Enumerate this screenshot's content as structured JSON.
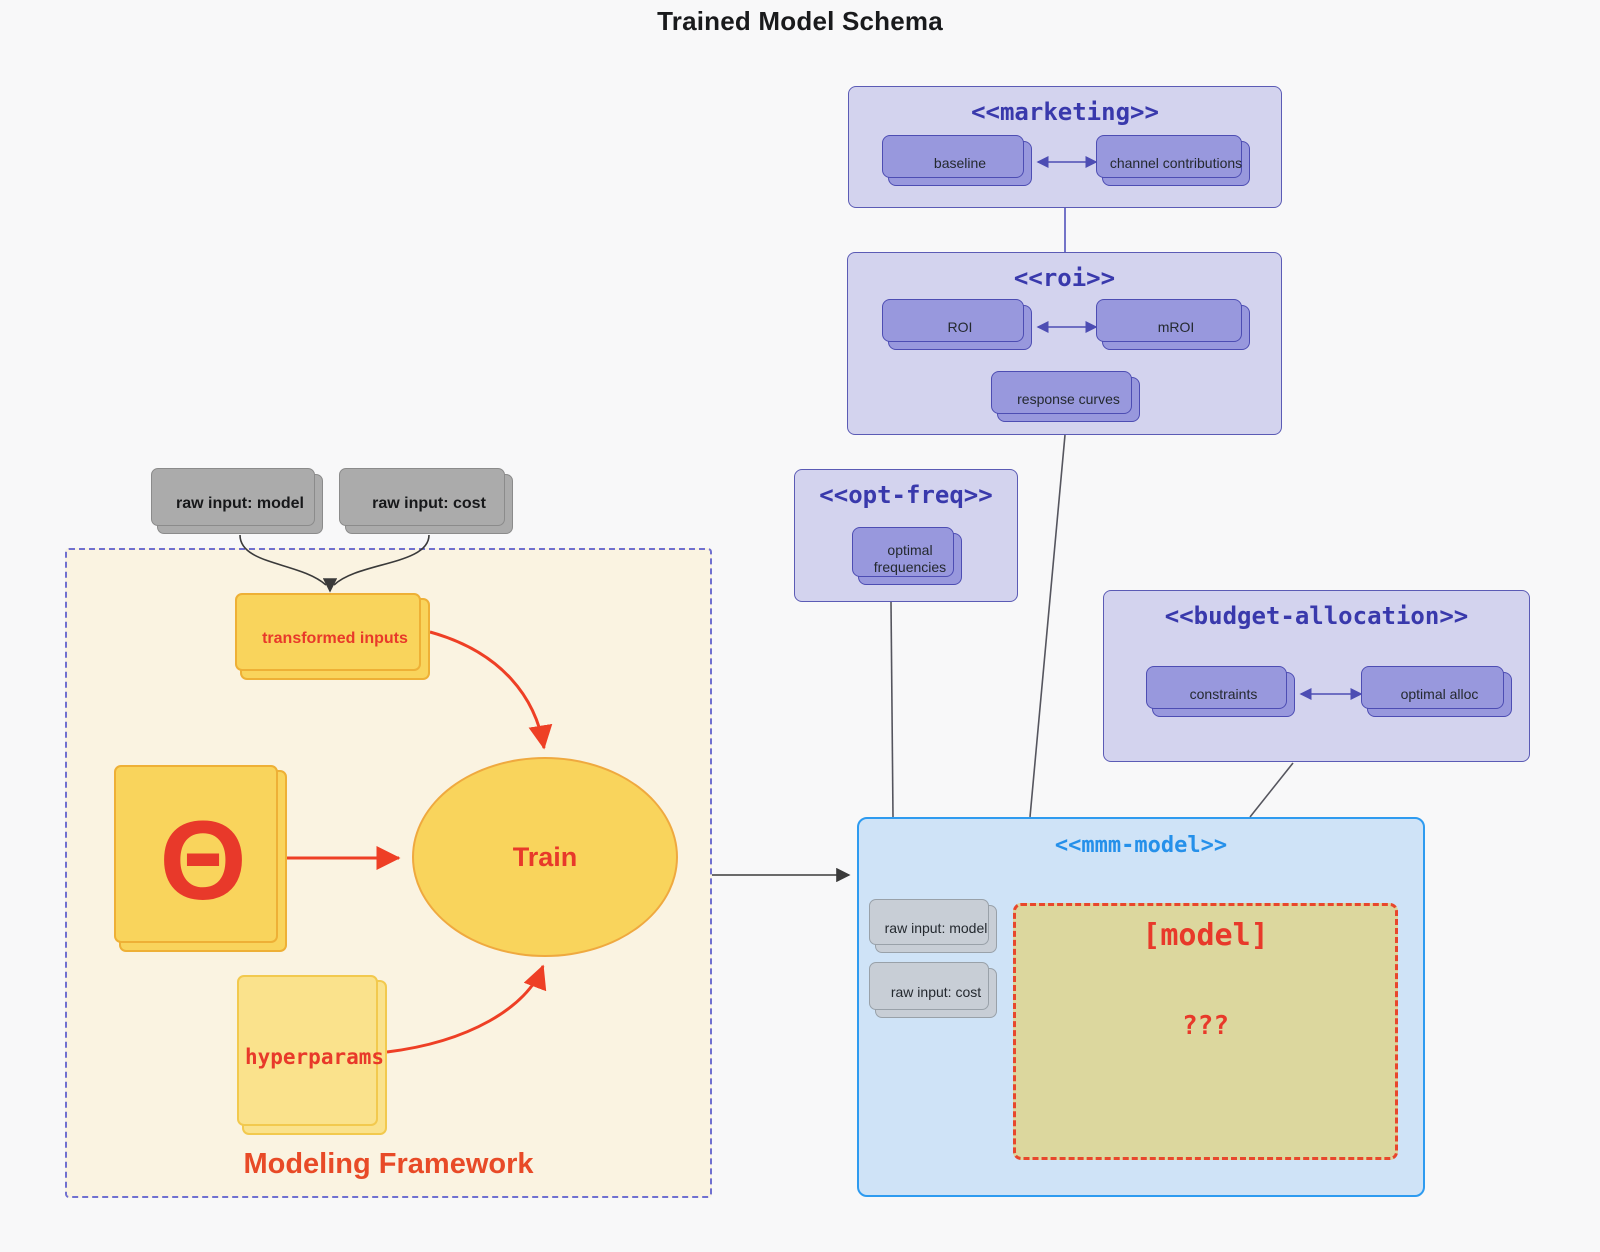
{
  "title": "Trained Model Schema",
  "clusters": {
    "marketing": {
      "title": "<<marketing>>",
      "nodes": {
        "baseline": "baseline",
        "channel_contributions": "channel contributions"
      }
    },
    "roi": {
      "title": "<<roi>>",
      "nodes": {
        "roi": "ROI",
        "mroi": "mROI",
        "response_curves": "response curves"
      }
    },
    "opt_freq": {
      "title": "<<opt-freq>>",
      "nodes": {
        "optimal_frequencies": "optimal frequencies"
      }
    },
    "budget_allocation": {
      "title": "<<budget-allocation>>",
      "nodes": {
        "constraints": "constraints",
        "optimal_alloc": "optimal alloc"
      }
    },
    "mmm_model": {
      "title": "<<mmm-model>>",
      "nodes": {
        "raw_input_model": "raw input: model",
        "raw_input_cost": "raw input: cost"
      },
      "model_box": {
        "label": "[model]",
        "placeholder": "???"
      }
    },
    "modeling_framework": {
      "label": "Modeling Framework",
      "nodes": {
        "transformed_inputs": "transformed inputs",
        "theta": "Θ",
        "train": "Train",
        "hyperparams": "hyperparams"
      }
    }
  },
  "external_inputs": {
    "raw_input_model": "raw input: model",
    "raw_input_cost": "raw input: cost"
  },
  "colors": {
    "cluster_fill": "#d3d3ee",
    "cluster_border": "#5b5bb5",
    "cluster_title": "#3939ac",
    "node_purple_fill": "#9898dd",
    "node_purple_border": "#4d4db3",
    "mmm_fill": "#cfe3f7",
    "mmm_border": "#2e9bf0",
    "mmm_title": "#2590ea",
    "model_box_fill": "#dcd79e",
    "model_box_border": "#e8472c",
    "framework_fill": "#faf3e1",
    "framework_border": "#7070d0",
    "gold_fill": "#f9d45c",
    "gold_light_fill": "#fae28c",
    "gray_node_fill": "#ababab",
    "accent_red": "#ee3f25",
    "edge_gray": "#55555e"
  }
}
